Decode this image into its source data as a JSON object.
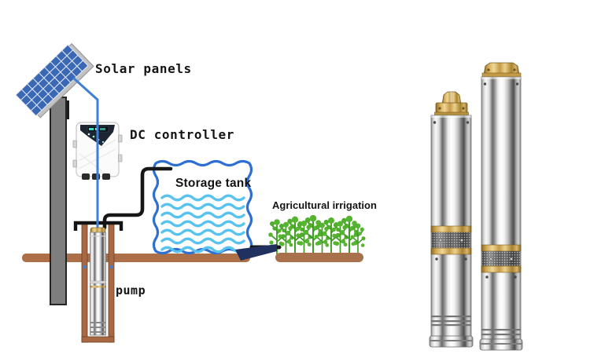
{
  "labels": {
    "solar_panels": "Solar panels",
    "dc_controller": "DC controller",
    "storage_tank": "Storage tank",
    "agricultural_irrigation": "Agricultural irrigation",
    "pump": "pump"
  },
  "colors": {
    "panel_blue": "#3a68b4",
    "wire_blue": "#3f7fd8",
    "tank_border_blue": "#2e6fd3",
    "water_blue": "#58c3ee",
    "pipe_black": "#171717",
    "ground_brown": "#ad6f48",
    "well_brown": "#a86844",
    "plant_green": "#55b430",
    "spray_navy": "#20315f",
    "pole_gray": "#7e7e7e",
    "brass_gold": "#c59a47",
    "steel_gray": "#9a9a9a"
  },
  "components": [
    "solar-panel",
    "mount-pole",
    "power-wire",
    "dc-controller-box",
    "storage-tank",
    "well-casing",
    "submersible-pump-in-well",
    "pipe-well-to-tank",
    "pipe-tank-to-field",
    "spray-nozzle",
    "irrigation-plants",
    "field-soil",
    "product-pump-short",
    "product-pump-tall"
  ]
}
